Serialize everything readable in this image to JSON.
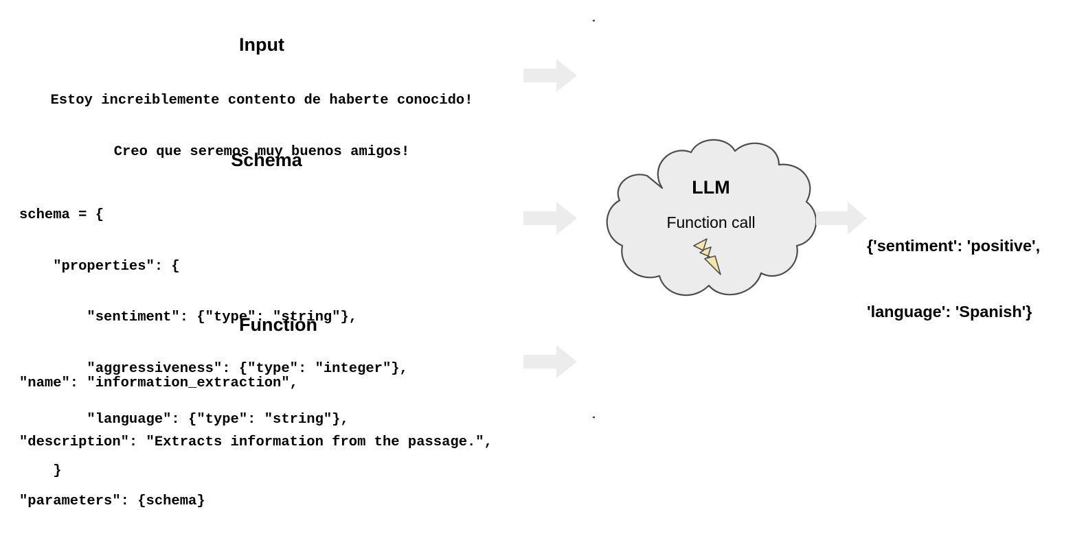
{
  "diagram": {
    "title_input": "Input",
    "title_schema": "Schema",
    "title_function": "Function",
    "input_lines": [
      "Estoy increiblemente contento de haberte conocido!",
      "Creo que seremos muy buenos amigos!"
    ],
    "schema_lines": [
      "schema = {",
      "    \"properties\": {",
      "        \"sentiment\": {\"type\": \"string\"},",
      "        \"aggressiveness\": {\"type\": \"integer\"},",
      "        \"language\": {\"type\": \"string\"},",
      "    }"
    ],
    "function_lines": [
      "\"name\": \"information_extraction\",",
      "\"description\": \"Extracts information from the passage.\",",
      "\"parameters\": {schema}"
    ],
    "cloud": {
      "title": "LLM",
      "subtitle": "Function call",
      "bolt_icon": "lightning-bolt-icon"
    },
    "output_lines": [
      "{'sentiment': 'positive',",
      "'language': 'Spanish'}"
    ],
    "arrows": {
      "input_arrow": "arrow-right-icon",
      "schema_arrow": "arrow-right-icon",
      "function_arrow": "arrow-right-icon",
      "output_arrow": "arrow-right-icon"
    },
    "brace_icon": "curly-brace-icon",
    "colors": {
      "arrow_fill": "#ececec",
      "cloud_fill": "#ececec",
      "cloud_stroke": "#4d4d4d",
      "bolt_fill": "#f7e7a6",
      "bolt_stroke": "#4d4d4d",
      "brace_stroke": "#4d4d4d",
      "text": "#000000",
      "background": "#ffffff"
    }
  }
}
